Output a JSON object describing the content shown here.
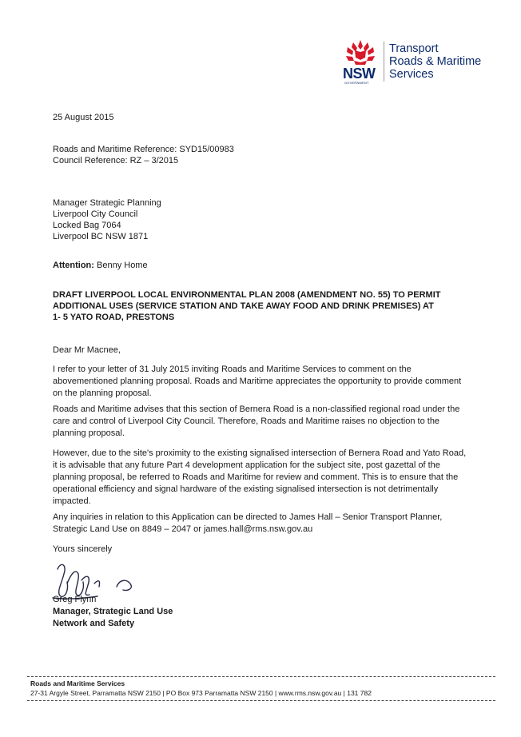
{
  "logo": {
    "nsw": "NSW",
    "government": "GOVERNMENT",
    "agency_line1": "Transport",
    "agency_line2": "Roads & Maritime",
    "agency_line3": "Services",
    "colors": {
      "waratah": "#d7192a",
      "navy": "#0a2a6b"
    }
  },
  "letter": {
    "date": "25 August 2015",
    "rm_reference": "Roads and Maritime Reference: SYD15/00983",
    "council_reference": "Council Reference: RZ – 3/2015",
    "address": [
      "Manager Strategic Planning",
      "Liverpool City Council",
      "Locked Bag 7064",
      "Liverpool BC NSW 1871"
    ],
    "attention_label": "Attention:",
    "attention_name": "Benny Home",
    "subject_line1": "DRAFT LIVERPOOL LOCAL ENVIRONMENTAL PLAN 2008 (AMENDMENT NO. 55) TO PERMIT",
    "subject_line2": "ADDITIONAL USES (SERVICE STATION AND TAKE AWAY FOOD AND DRINK PREMISES) AT",
    "subject_line3": "1- 5 YATO ROAD, PRESTONS",
    "salutation": "Dear Mr Macnee,",
    "paragraphs": [
      "I refer to your letter of 31 July 2015 inviting Roads and Maritime Services to comment on the abovementioned planning proposal. Roads and Maritime appreciates the opportunity to provide comment on the planning proposal.",
      "Roads and Maritime advises that this section of Bernera Road is a non-classified regional road under the care and control of Liverpool City Council. Therefore, Roads and Maritime raises no objection to the planning proposal.",
      "However, due to the site's proximity to the existing signalised intersection of Bernera Road and Yato Road, it is advisable that any future Part 4 development application for the subject site, post gazettal of the planning proposal, be referred to Roads and Maritime for review and comment. This is to ensure that the operational efficiency and signal hardware of the existing signalised intersection is not detrimentally impacted.",
      "Any inquiries in relation to this Application can be directed to James Hall – Senior Transport Planner, Strategic Land Use on 8849 – 2047 or james.hall@rms.nsw.gov.au"
    ],
    "closing": "Yours sincerely",
    "signatory_name": "Greg Flynn",
    "signatory_title1": "Manager, Strategic Land Use",
    "signatory_title2": "Network and Safety"
  },
  "footer": {
    "org": "Roads and Maritime Services",
    "details": "27-31 Argyle Street, Parramatta NSW 2150  |  PO Box 973 Parramatta NSW 2150  |  www.rms.nsw.gov.au  |  131 782"
  }
}
